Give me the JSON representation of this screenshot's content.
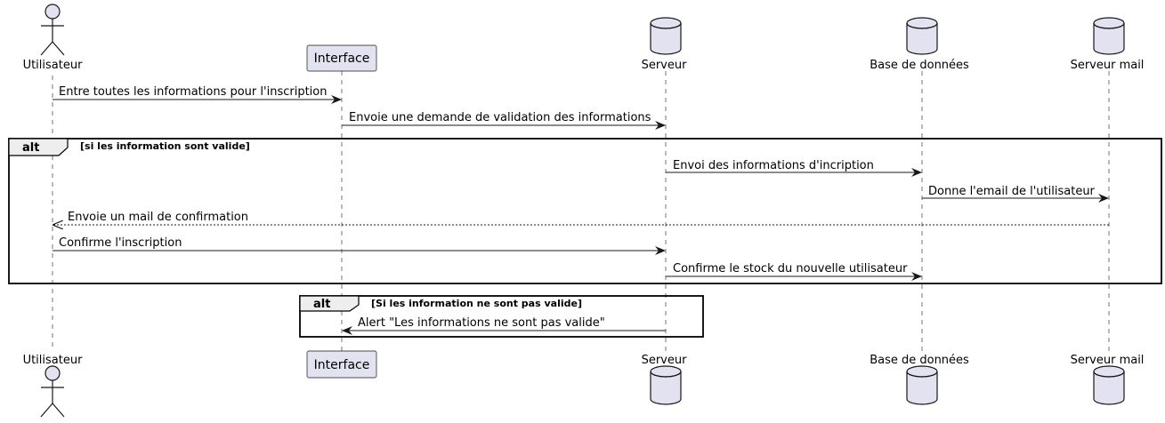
{
  "participants": [
    {
      "id": "user",
      "label": "Utilisateur",
      "kind": "actor"
    },
    {
      "id": "ui",
      "label": "Interface",
      "kind": "participant"
    },
    {
      "id": "server",
      "label": "Serveur",
      "kind": "database"
    },
    {
      "id": "db",
      "label": "Base de données",
      "kind": "database"
    },
    {
      "id": "mail",
      "label": "Serveur mail",
      "kind": "database"
    }
  ],
  "messages": [
    {
      "from": "user",
      "to": "ui",
      "label": "Entre toutes les informations pour l'inscription",
      "style": "solid"
    },
    {
      "from": "ui",
      "to": "server",
      "label": "Envoie une demande de validation des informations",
      "style": "solid"
    },
    {
      "from": "server",
      "to": "db",
      "label": "Envoi des informations d'incription",
      "style": "solid"
    },
    {
      "from": "db",
      "to": "mail",
      "label": "Donne l'email de l'utilisateur",
      "style": "solid"
    },
    {
      "from": "mail",
      "to": "user",
      "label": "Envoie un mail de confirmation",
      "style": "dashed"
    },
    {
      "from": "user",
      "to": "server",
      "label": "Confirme l'inscription",
      "style": "solid"
    },
    {
      "from": "server",
      "to": "db",
      "label": "Confirme le stock du nouvelle utilisateur",
      "style": "solid"
    },
    {
      "from": "server",
      "to": "ui",
      "label": "Alert \"Les informations ne sont pas valide\"",
      "style": "solid"
    }
  ],
  "fragments": [
    {
      "operator": "alt",
      "guard": "[si les information sont valide]"
    },
    {
      "operator": "alt",
      "guard": "[Si les information ne sont pas valide]"
    }
  ],
  "colors": {
    "participant_fill": "#E2E2F0",
    "participant_border": "#181818",
    "lifeline": "#181818",
    "fragment_header": "#EEEEEE"
  }
}
